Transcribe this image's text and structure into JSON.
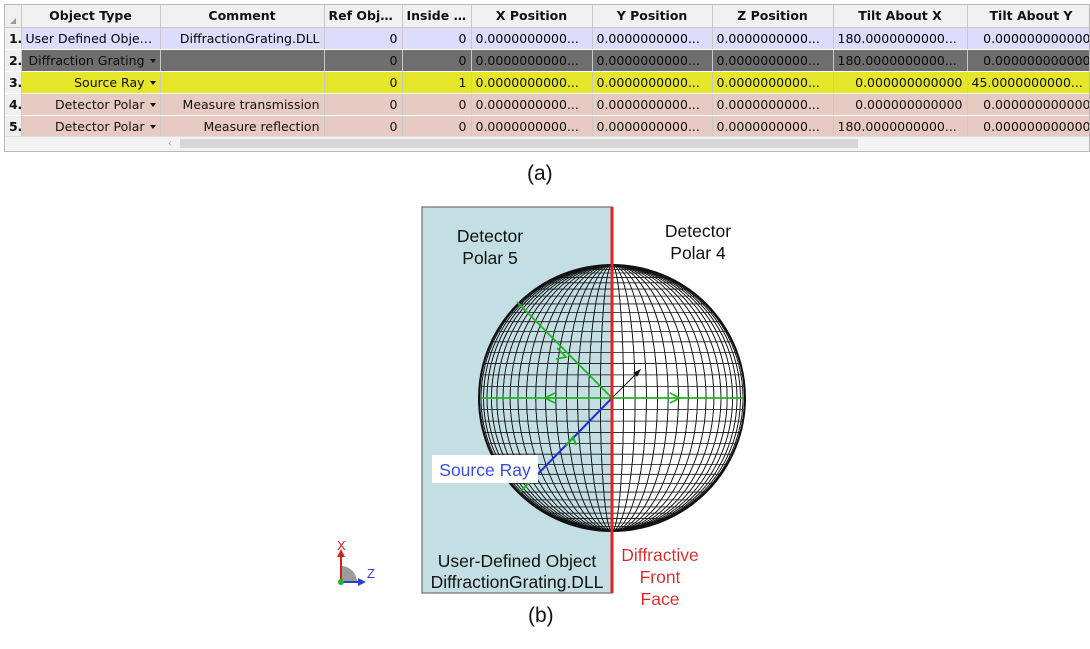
{
  "table": {
    "headers": [
      "Object Type",
      "Comment",
      "Ref Object",
      "Inside Of",
      "X Position",
      "Y Position",
      "Z Position",
      "Tilt About X",
      "Tilt About Y"
    ],
    "rows": [
      {
        "num": "1",
        "type": "User Defined Object",
        "comment": "DiffractionGrating.DLL",
        "ref": "0",
        "inside": "0",
        "x": "0.0000000000...",
        "y": "0.0000000000...",
        "z": "0.0000000000...",
        "tiltx": "180.0000000000...",
        "tilty": "0.000000000000"
      },
      {
        "num": "2",
        "type": "Diffraction Grating",
        "comment": "",
        "ref": "0",
        "inside": "0",
        "x": "0.0000000000...",
        "y": "0.0000000000...",
        "z": "0.0000000000...",
        "tiltx": "180.0000000000...",
        "tilty": "0.000000000000"
      },
      {
        "num": "3",
        "type": "Source Ray",
        "comment": "",
        "ref": "0",
        "inside": "1",
        "x": "0.0000000000...",
        "y": "0.0000000000...",
        "z": "0.0000000000...",
        "tiltx": "0.000000000000",
        "tilty": "45.0000000000..."
      },
      {
        "num": "4",
        "type": "Detector Polar",
        "comment": "Measure transmission",
        "ref": "0",
        "inside": "0",
        "x": "0.0000000000...",
        "y": "0.0000000000...",
        "z": "0.0000000000...",
        "tiltx": "0.000000000000",
        "tilty": "0.000000000000"
      },
      {
        "num": "5",
        "type": "Detector Polar",
        "comment": "Measure reflection",
        "ref": "0",
        "inside": "0",
        "x": "0.0000000000...",
        "y": "0.0000000000...",
        "z": "0.0000000000...",
        "tiltx": "180.0000000000...",
        "tilty": "0.000000000000"
      }
    ]
  },
  "captions": {
    "a": "(a)",
    "b": "(b)"
  },
  "diagram": {
    "label_detector5_line1": "Detector",
    "label_detector5_line2": "Polar 5",
    "label_detector4_line1": "Detector",
    "label_detector4_line2": "Polar 4",
    "label_source_ray": "Source Ray",
    "label_udo_line1": "User-Defined Object",
    "label_udo_line2": "DiffractionGrating.DLL",
    "label_face_line1": "Diffractive",
    "label_face_line2": "Front",
    "label_face_line3": "Face",
    "axis_x": "X",
    "axis_z": "Z",
    "colors": {
      "panel": "#c4dfe3",
      "face": "#e02424",
      "green_rays": "#22b422",
      "source_ray": "#1e32d8",
      "source_label": "#3a4ee0",
      "mesh": "#111111"
    }
  }
}
